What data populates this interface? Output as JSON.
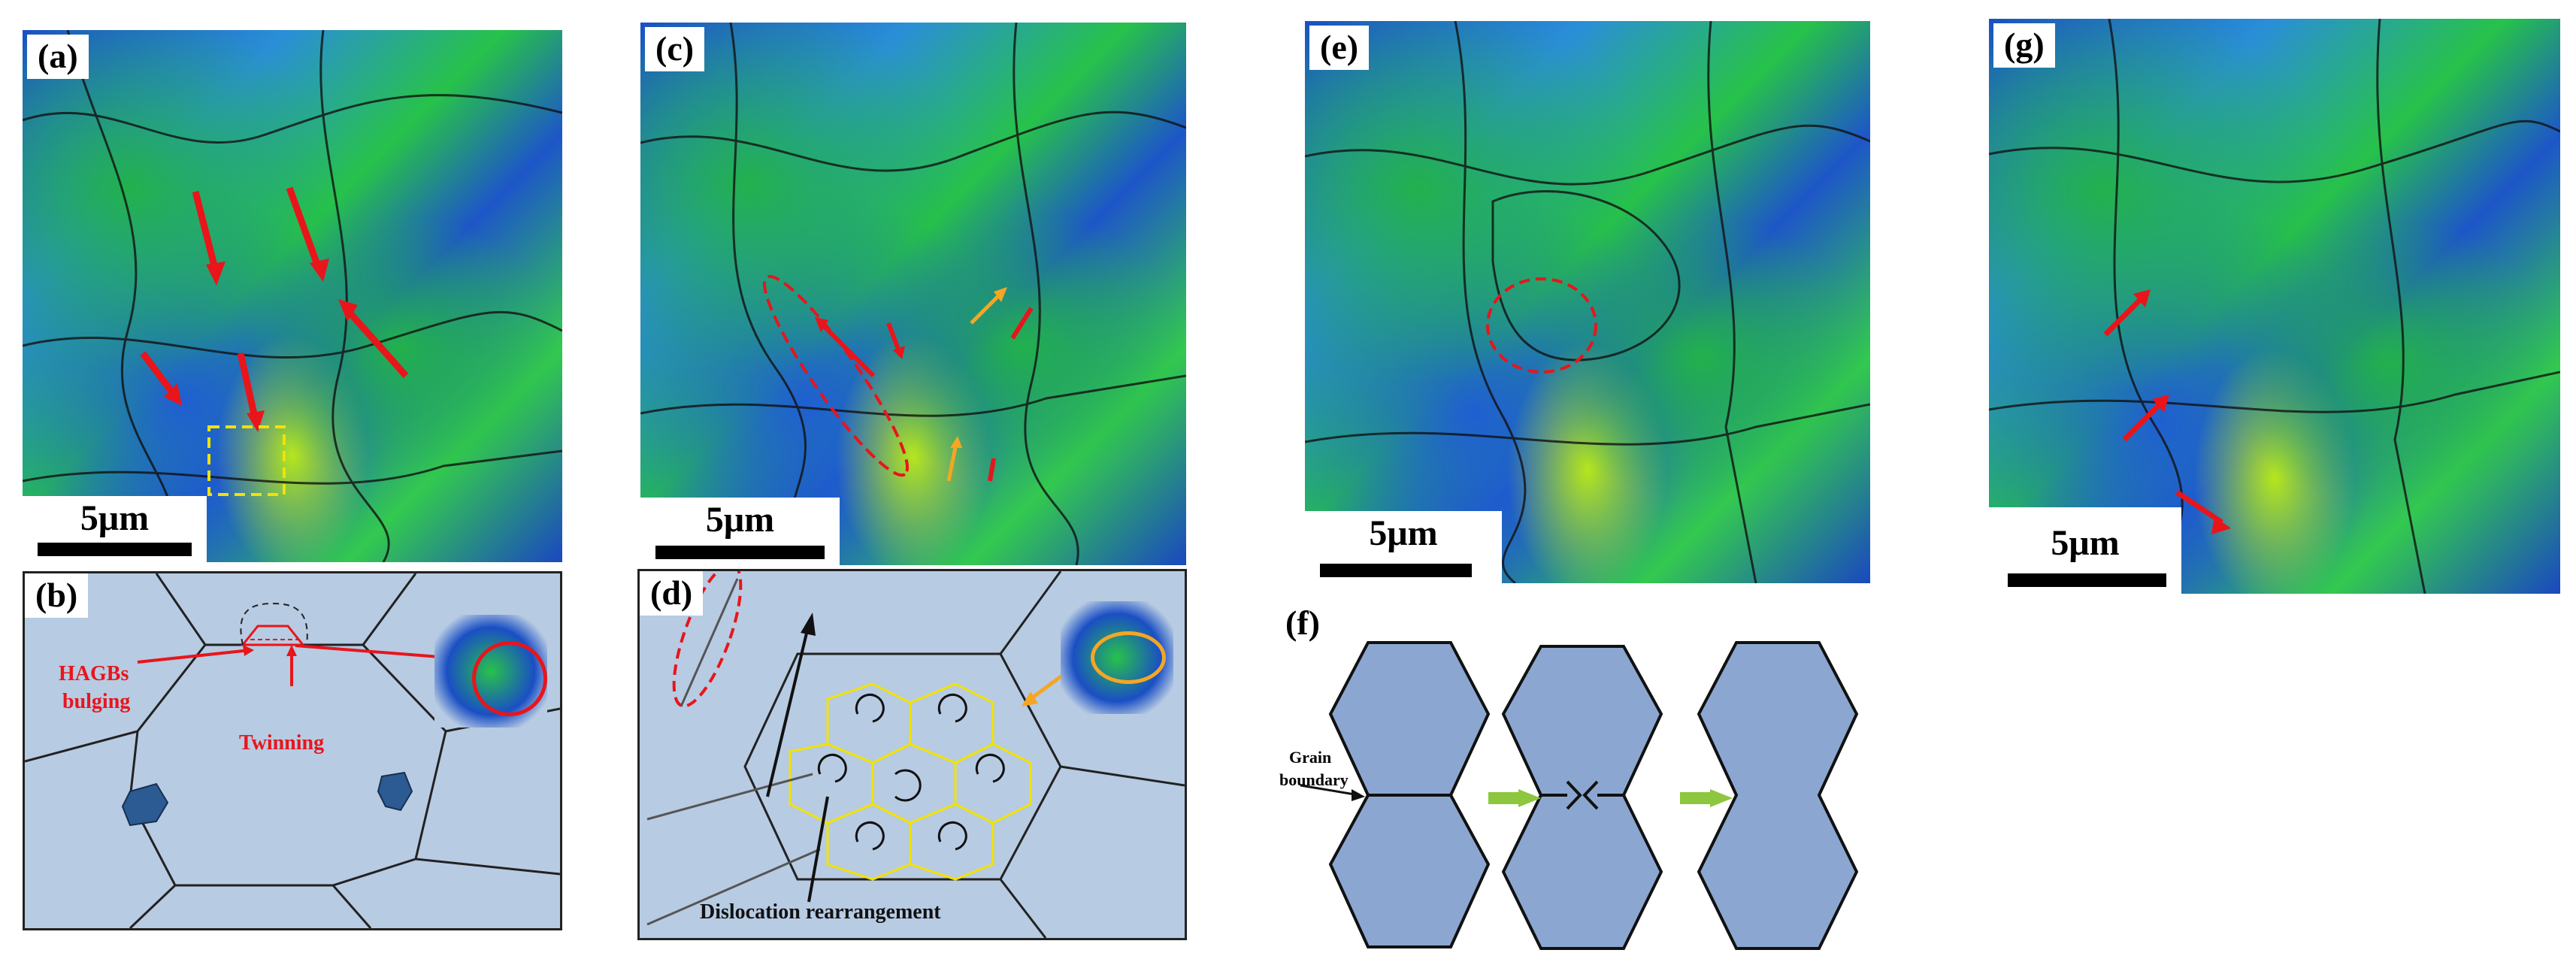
{
  "panels": {
    "a": {
      "label": "(a)",
      "scale": "5μm"
    },
    "b": {
      "label": "(b)",
      "hagb_line1": "HAGBs",
      "hagb_line2": "bulging",
      "twinning": "Twinning"
    },
    "c": {
      "label": "(c)",
      "scale": "5μm"
    },
    "d": {
      "label": "(d)",
      "dislocation": "Dislocation rearrangement"
    },
    "e": {
      "label": "(e)",
      "scale": "5μm"
    },
    "f": {
      "label": "(f)",
      "grain_line1": "Grain",
      "grain_line2": "boundary"
    },
    "g": {
      "label": "(g)",
      "scale": "5μm"
    }
  },
  "colors": {
    "map_blue": "#1a4fc4",
    "map_green": "#27c24a",
    "arrow_red": "#e8151b",
    "arrow_orange": "#f5a623",
    "schematic_bg": "#b7cbe3",
    "hex_fill": "#8ba7d1",
    "grain_arrow": "#8dc63f",
    "highlight_yellow": "#f2e200"
  }
}
